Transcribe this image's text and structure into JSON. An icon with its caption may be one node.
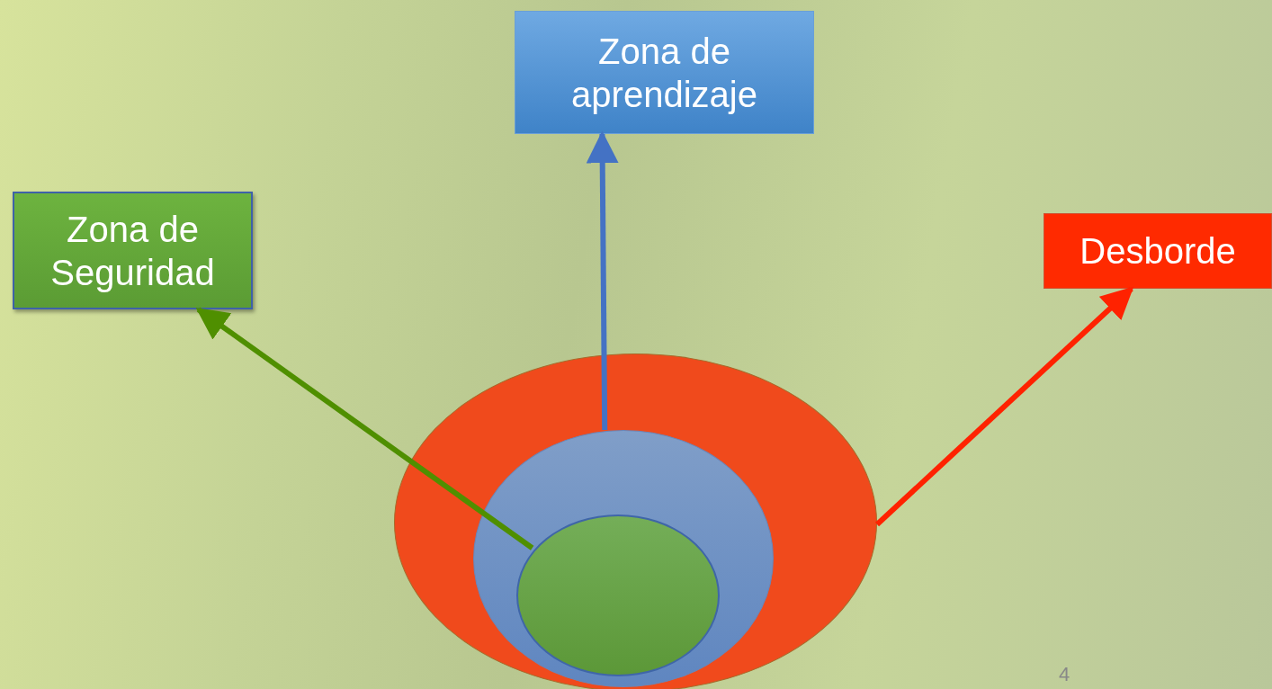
{
  "diagram": {
    "nodes": [
      {
        "text": [
          "Zona de aprendizaje"
        ]
      },
      {
        "text": [
          "Zona de Seguridad"
        ]
      },
      {
        "text": [
          "Desborde"
        ]
      },
      {
        "text": [],
        "shape": "circle"
      },
      {
        "text": [],
        "shape": "circle",
        "in": 3
      },
      {
        "text": [],
        "shape": "circle",
        "in": 4
      }
    ],
    "edges": [
      {
        "from": 5,
        "to": 1,
        "arrow": "to",
        "color": "#4f8f00"
      },
      {
        "from": 4,
        "to": 0,
        "arrow": "to",
        "color": "#4472c4"
      },
      {
        "from": 3,
        "to": 2,
        "arrow": "to",
        "color": "#ff2200"
      }
    ],
    "labels": [
      "4"
    ]
  }
}
